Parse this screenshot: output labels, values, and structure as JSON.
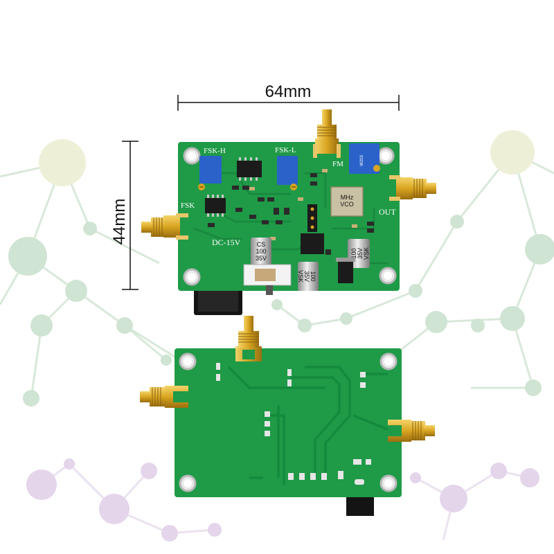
{
  "dimensions": {
    "width_label": "64mm",
    "height_label": "44mm"
  },
  "board_labels": {
    "fsk_h": "FSK-H",
    "fsk_l": "FSK-L",
    "fsk": "FSK",
    "fm": "FM",
    "out": "OUT",
    "dc": "DC-15V",
    "cap_cs_line1": "CS",
    "cap_cs_line2": "100",
    "cap_cs_line3": "35V",
    "cap_right_line1": "100",
    "cap_right_line2": "35V",
    "cap_right_line3": "VSK",
    "cap_bottom_line1": "100",
    "cap_bottom_line2": "35V",
    "cap_bottom_line3": "VSK",
    "pot_code_right": "W203",
    "vco_line1": "VCO",
    "vco_line2": "MHz"
  },
  "colors": {
    "pcb_green": "#1f9a47",
    "pcb_dark": "#13793a",
    "sma_gold": "#d9a521",
    "pot_blue": "#2a62c9",
    "network_green": "#9fc9a3",
    "network_purple": "#c6a9d3",
    "network_yellow": "#d7dba5"
  }
}
